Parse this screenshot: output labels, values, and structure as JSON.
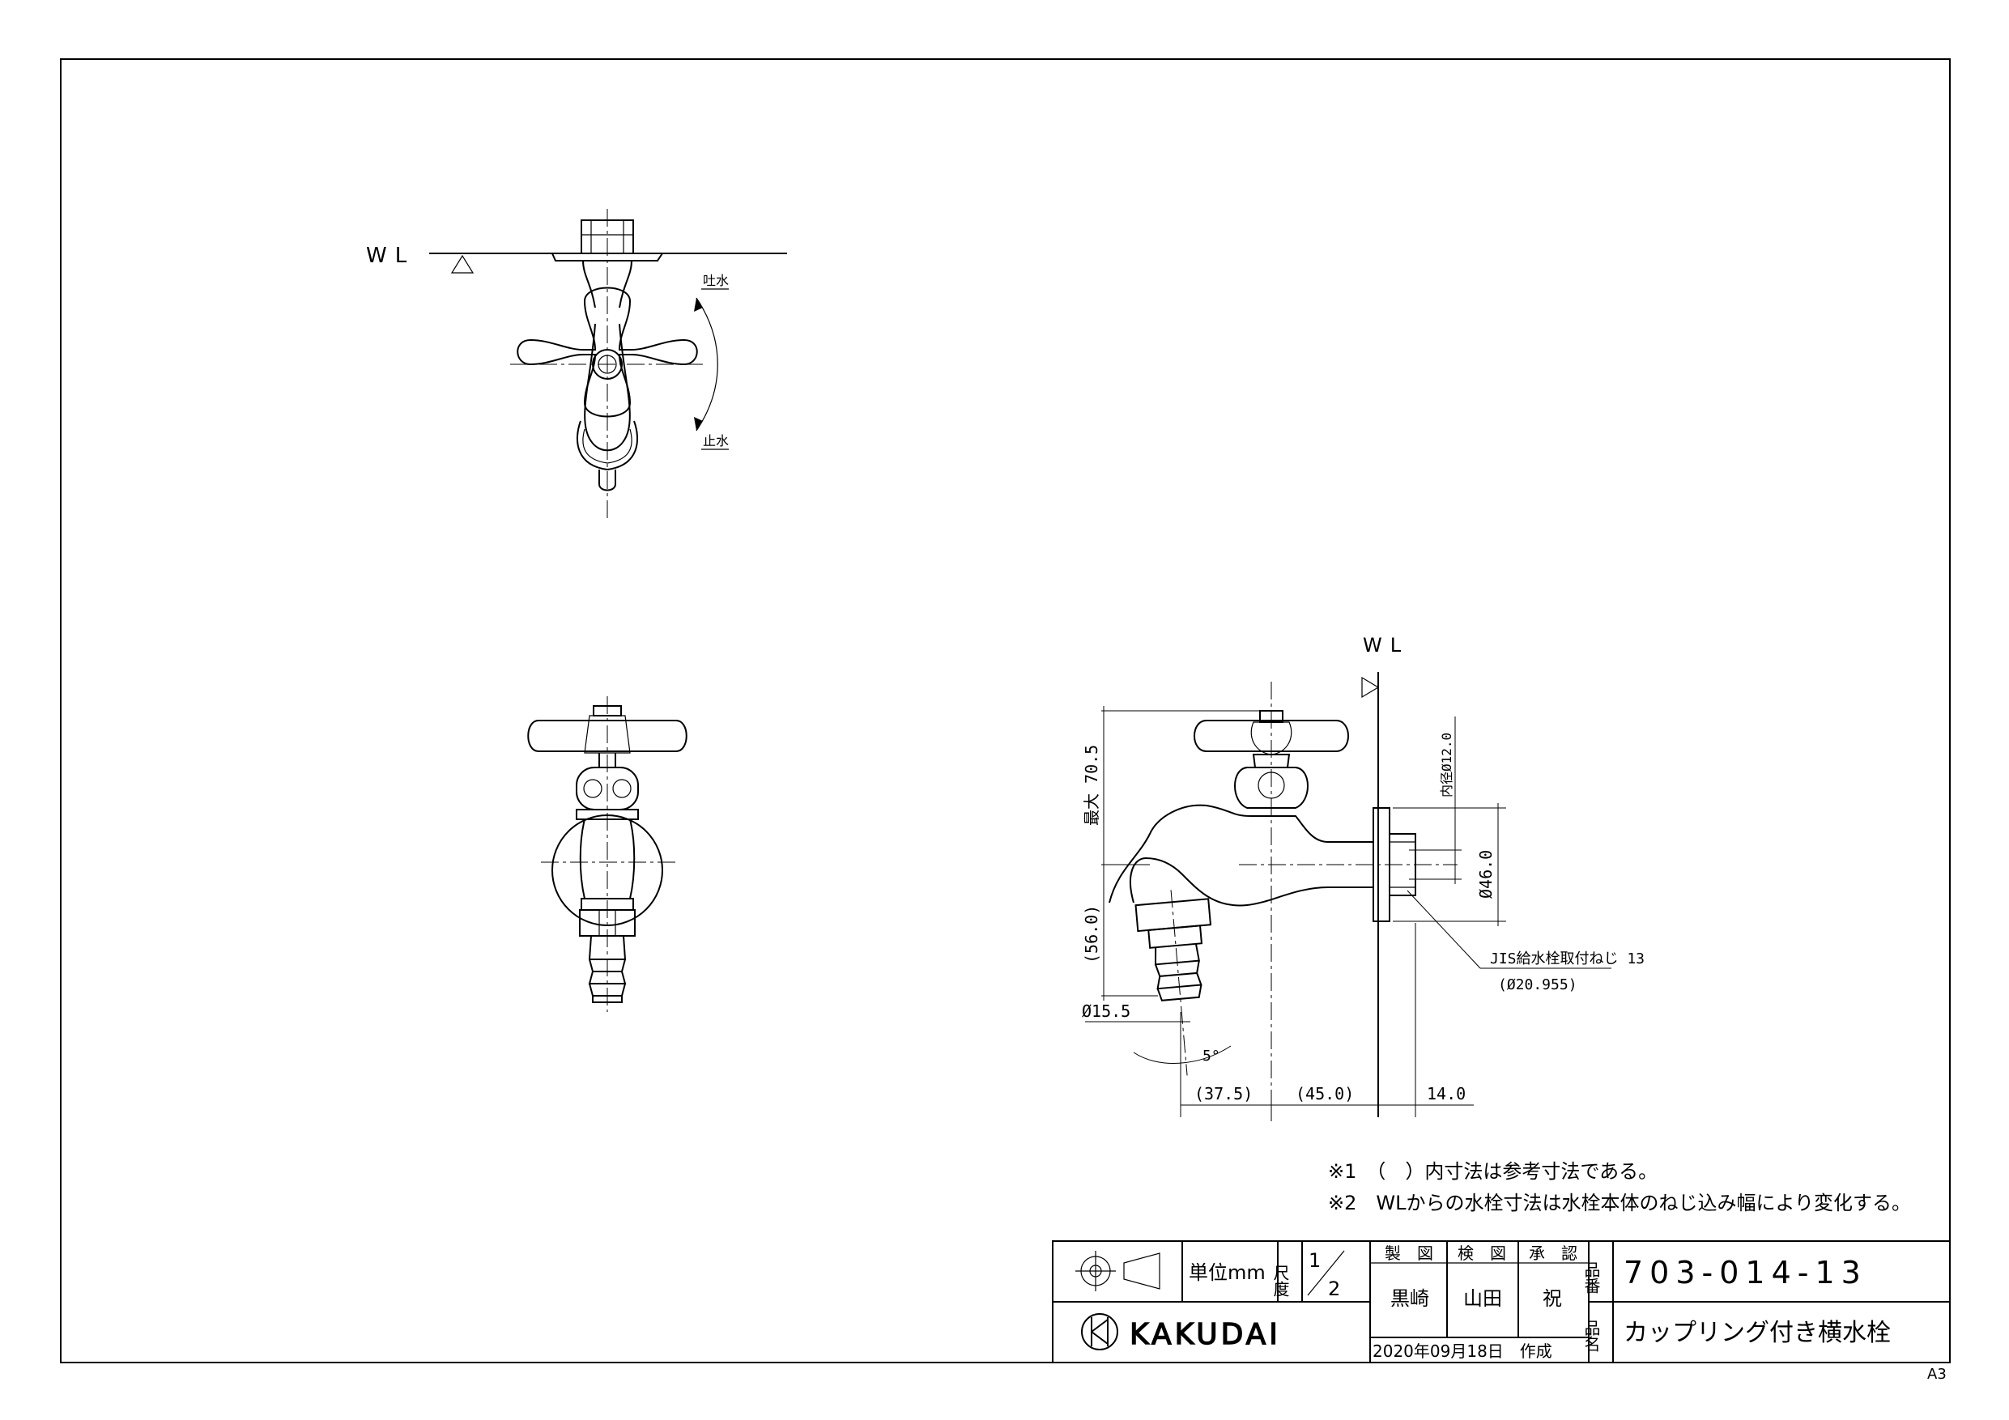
{
  "drawing": {
    "wl_label": "WL",
    "front_view": {
      "open_label": "吐水",
      "close_label": "止水"
    },
    "side_view": {
      "wl_label": "WL",
      "dims": {
        "max_height": "最大 70.5",
        "lower_height": "(56.0)",
        "inner_diameter": "内径Ø12.0",
        "flange_diameter": "Ø46.0",
        "thread_note": "JIS給水栓取付ねじ 13",
        "thread_size": "(Ø20.955)",
        "hose_diameter": "Ø15.5",
        "angle": "5°",
        "h1": "(37.5)",
        "h2": "(45.0)",
        "h3": "14.0"
      }
    }
  },
  "notes": [
    "※1　（　）内寸法は参考寸法である。",
    "※2　WLからの水栓寸法は水栓本体のねじ込み幅により変化する。"
  ],
  "title_block": {
    "unit_label": "単位mm",
    "scale_label": "尺度",
    "scale_num": "1",
    "scale_den": "2",
    "drawn_label": "製　図",
    "checked_label": "検　図",
    "approved_label": "承　認",
    "drawn_by": "黒崎",
    "checked_by": "山田",
    "approved_by": "祝",
    "part_no_label": "品番",
    "part_no": "703-014-13",
    "part_name_label": "品名",
    "part_name": "カップリング付き横水栓",
    "date": "2020年09月18日　作成",
    "brand": "KAKUDAI",
    "sheet_size": "A3"
  }
}
